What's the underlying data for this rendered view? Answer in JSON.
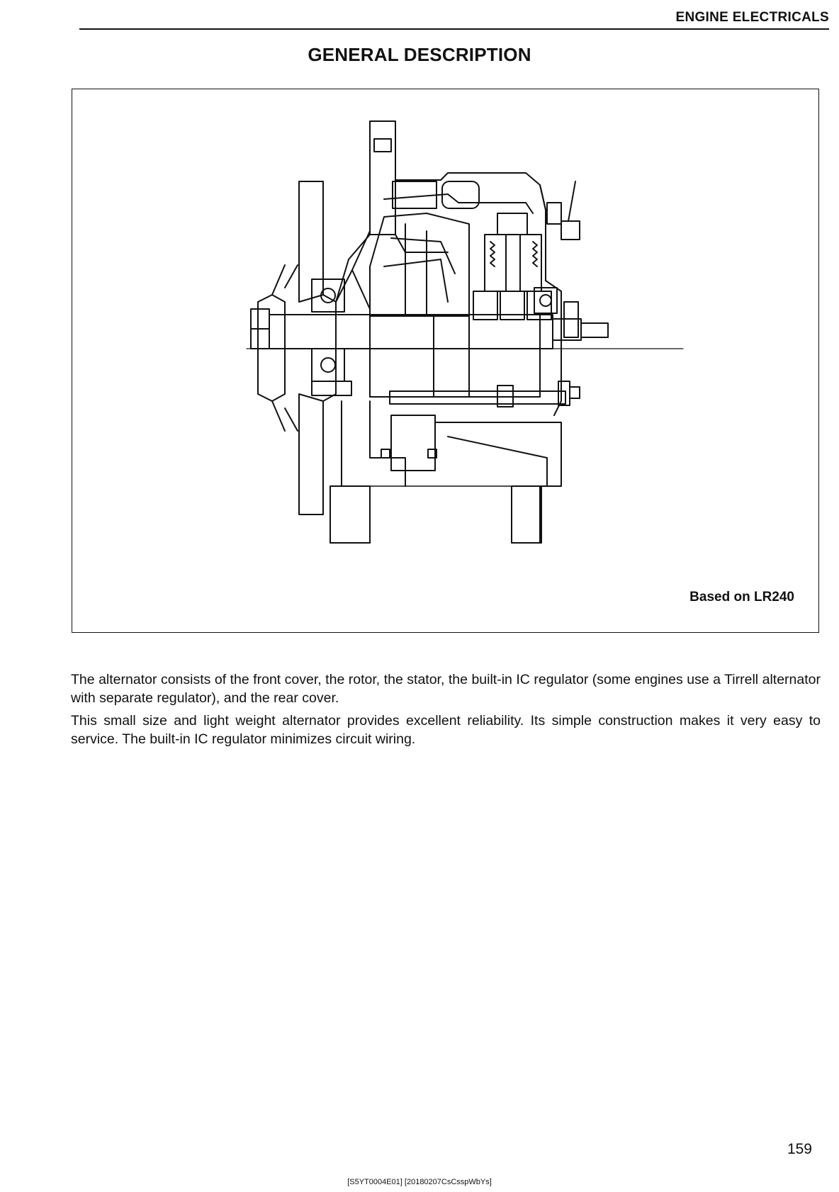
{
  "header": {
    "section": "ENGINE ELECTRICALS"
  },
  "title": "GENERAL DESCRIPTION",
  "figure": {
    "caption": "Based on LR240"
  },
  "paragraphs": [
    "The alternator consists of the front cover, the rotor, the stator, the built-in IC regulator (some engines use a Tirrell alternator with separate regulator), and the rear cover.",
    "This small size and light weight alternator provides excellent reliability. Its simple construction makes it very easy to service. The built-in IC regulator minimizes circuit wiring."
  ],
  "footer": {
    "page_number": "159",
    "doc_code": "[S5YT0004E01] [20180207CsCsspWbYs]"
  }
}
